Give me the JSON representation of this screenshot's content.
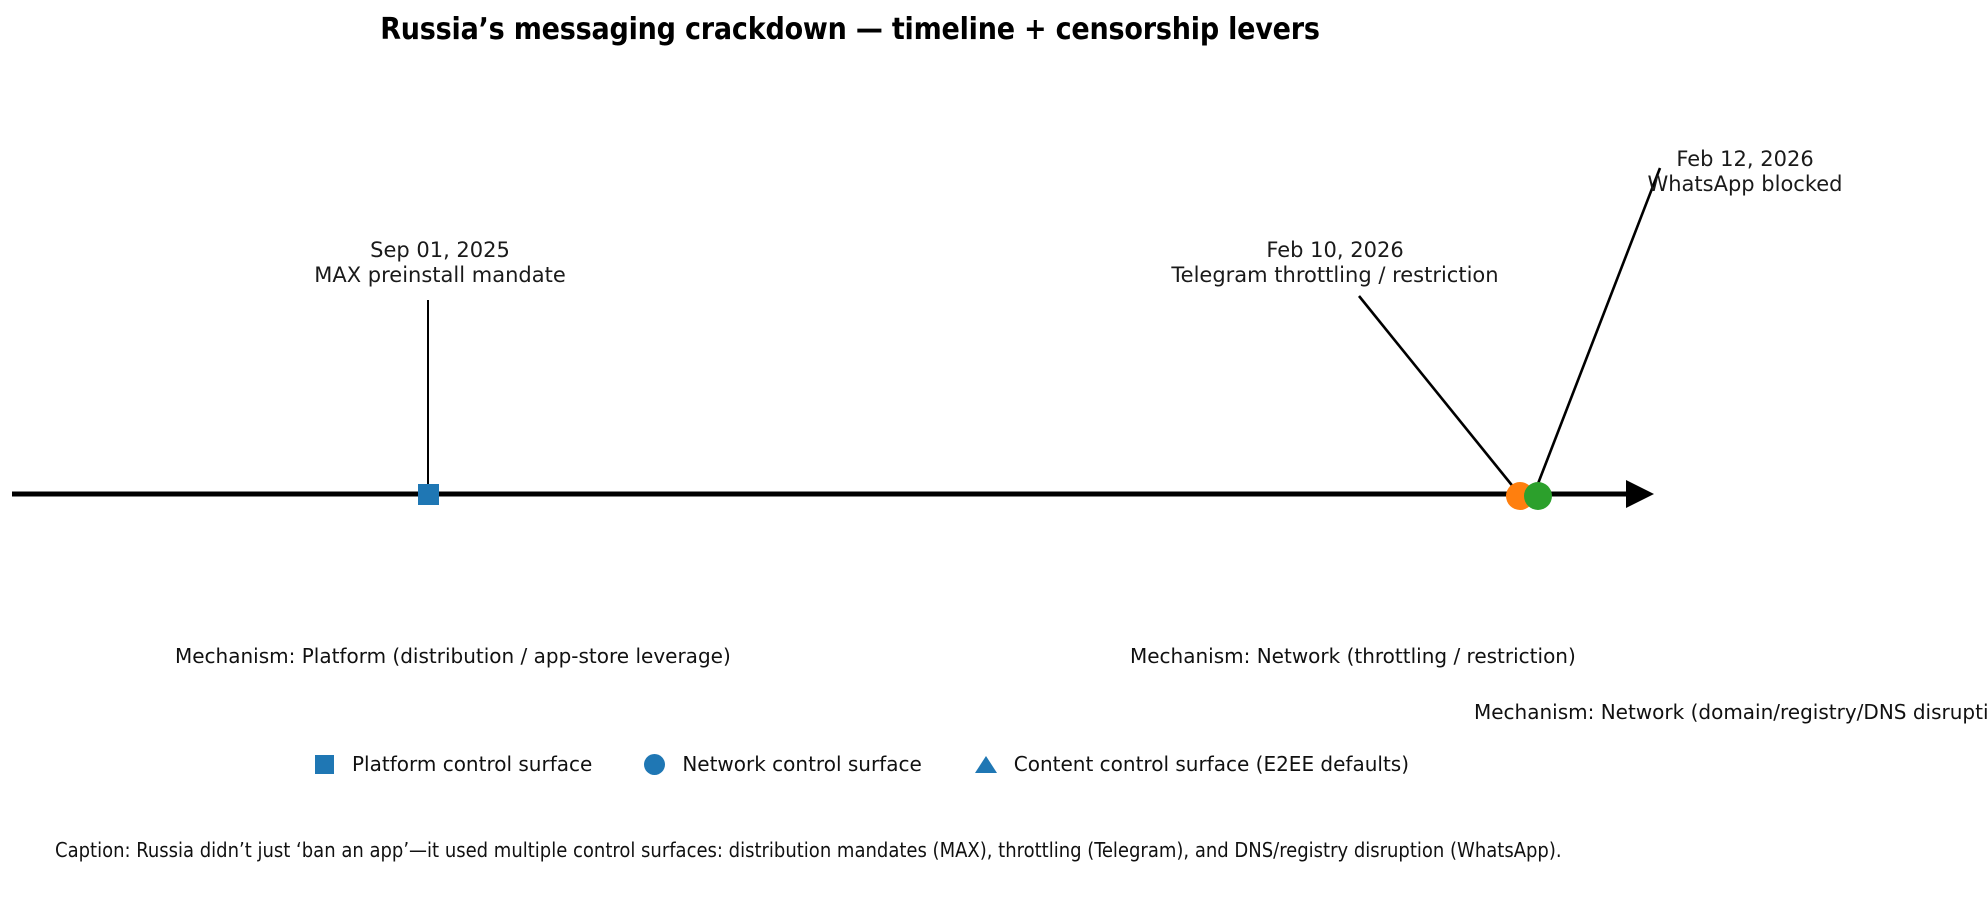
{
  "chart_data": {
    "type": "timeline",
    "title": "Russia’s messaging crackdown — timeline + censorship levers",
    "xlabel": "",
    "ylabel": "",
    "grid": false,
    "axis": {
      "style": "single horizontal arrow axis",
      "ticks_visible": false,
      "arrow_direction": "right"
    },
    "legend": {
      "position": "bottom-left",
      "entries": [
        {
          "label": "Platform control surface",
          "marker": "square",
          "color": "#1f77b4"
        },
        {
          "label": "Network control surface",
          "marker": "circle",
          "color": "#1f77b4"
        },
        {
          "label": "Content control surface (E2EE defaults)",
          "marker": "triangle",
          "color": "#1f77b4"
        }
      ]
    },
    "events": [
      {
        "date": "Sep 01, 2025",
        "label": "MAX preinstall mandate",
        "marker": "square",
        "color": "#1f77b4",
        "mechanism": "Mechanism: Platform (distribution / app-store leverage)",
        "x_frac": 0.212
      },
      {
        "date": "Feb 10, 2026",
        "label": "Telegram throttling / restriction",
        "marker": "circle",
        "color": "#ff7f0e",
        "mechanism": "Mechanism: Network (throttling / restriction)",
        "x_frac": 0.762
      },
      {
        "date": "Feb 12, 2026",
        "label": "WhatsApp blocked",
        "marker": "circle",
        "color": "#2ca02c",
        "mechanism": "Mechanism: Network (domain/registry/DNS disruption)",
        "x_frac": 0.77
      }
    ],
    "caption": "Caption: Russia didn’t just ‘ban an app’—it used multiple control surfaces: distribution mandates (MAX), throttling (Telegram), and DNS/registry disruption (WhatsApp)."
  },
  "annotations": {
    "max": {
      "date": "Sep 01, 2025",
      "label": "MAX preinstall mandate"
    },
    "telegram": {
      "date": "Feb 10, 2026",
      "label": "Telegram throttling / restriction"
    },
    "whatsapp": {
      "date": "Feb 12, 2026",
      "label": "WhatsApp blocked"
    }
  },
  "mechanisms": {
    "platform": "Mechanism: Platform (distribution / app-store leverage)",
    "network_throttle": "Mechanism: Network (throttling / restriction)",
    "network_dns": "Mechanism: Network (domain/registry/DNS disruption)"
  },
  "legend": {
    "platform": "Platform control surface",
    "network": "Network control surface",
    "content": "Content control surface (E2EE defaults)"
  },
  "colors": {
    "blue": "#1f77b4",
    "orange": "#ff7f0e",
    "green": "#2ca02c",
    "axis": "#000000",
    "text": "#111111"
  },
  "caption": "Caption: Russia didn’t just ‘ban an app’—it used multiple control surfaces: distribution mandates (MAX), throttling (Telegram), and DNS/registry disruption (WhatsApp)."
}
